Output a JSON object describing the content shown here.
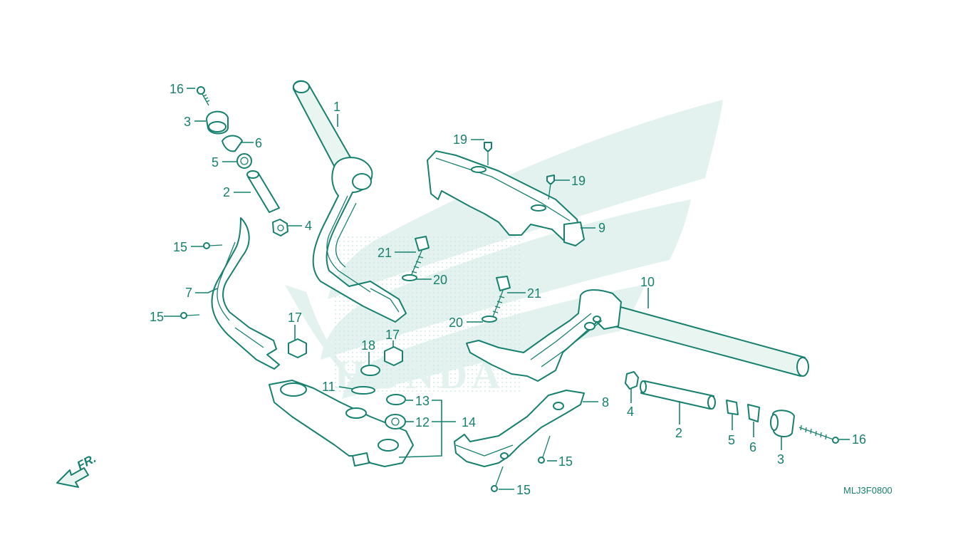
{
  "diagram": {
    "code": "MLJ3F0800",
    "direction_label": "FR.",
    "watermark_text": "HONDA",
    "colors": {
      "line": "#17806e",
      "watermark": "#e3f2ee",
      "background": "#ffffff"
    },
    "labels": {
      "p1": "1",
      "p2_left": "2",
      "p2_right": "2",
      "p3_left": "3",
      "p3_right": "3",
      "p4_left": "4",
      "p4_right": "4",
      "p5_left": "5",
      "p5_right": "5",
      "p6_left": "6",
      "p6_right": "6",
      "p7": "7",
      "p8": "8",
      "p9": "9",
      "p10": "10",
      "p11": "11",
      "p12": "12",
      "p13": "13",
      "p14": "14",
      "p15_a": "15",
      "p15_b": "15",
      "p15_c": "15",
      "p15_d": "15",
      "p16_left": "16",
      "p16_right": "16",
      "p17_left": "17",
      "p17_right": "17",
      "p18": "18",
      "p19_a": "19",
      "p19_b": "19",
      "p20_a": "20",
      "p20_b": "20",
      "p21_a": "21",
      "p21_b": "21"
    }
  }
}
